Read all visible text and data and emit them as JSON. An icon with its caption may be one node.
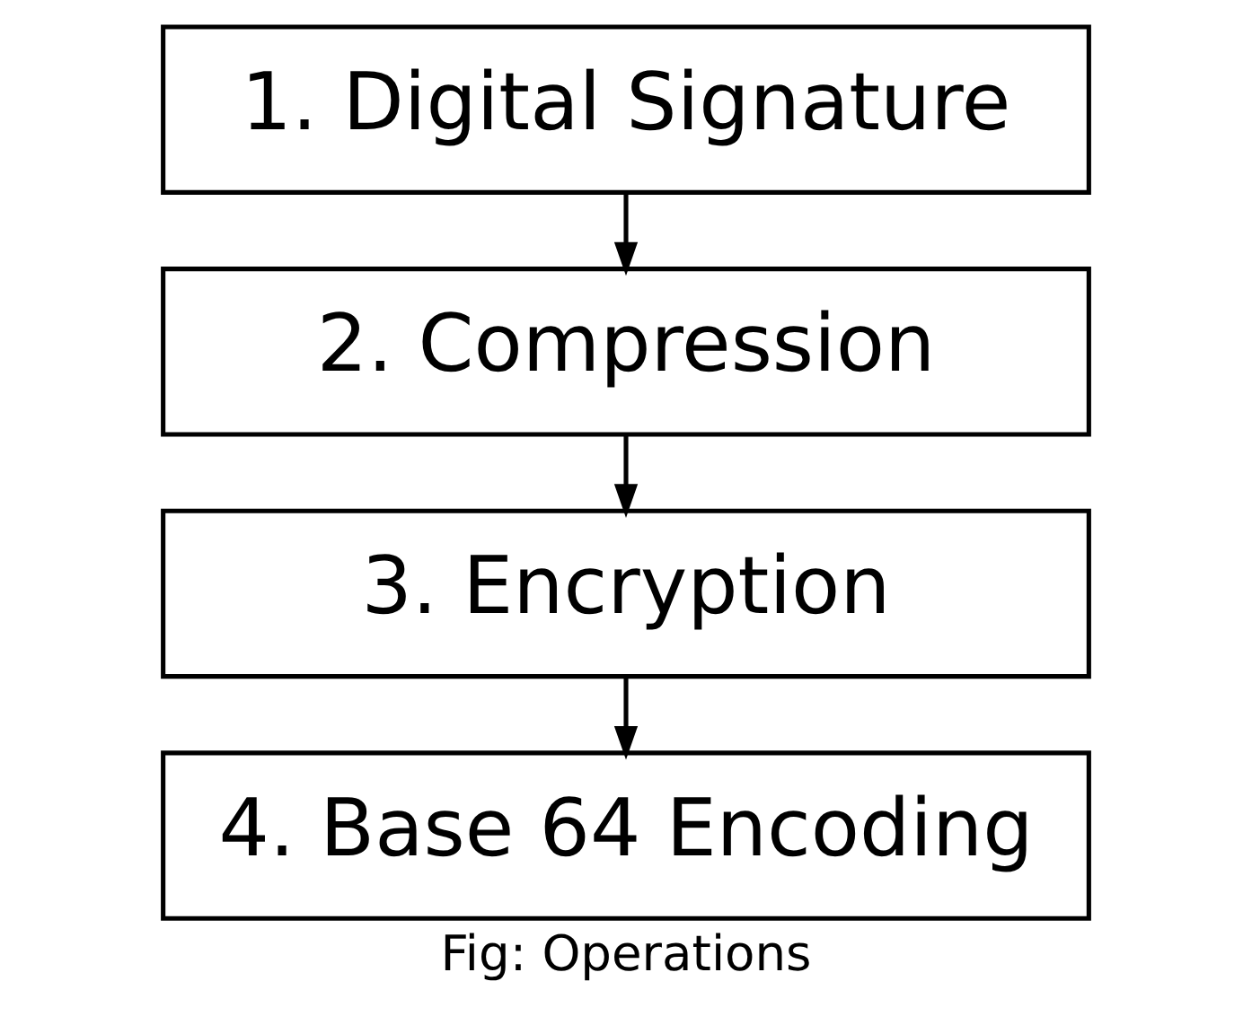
{
  "diagram": {
    "caption": "Fig: Operations",
    "nodes": [
      {
        "text": [
          "1. Digital Signature"
        ]
      },
      {
        "text": [
          "2. Compression"
        ]
      },
      {
        "text": [
          "3. Encryption"
        ]
      },
      {
        "text": [
          "4. Base 64 Encoding"
        ]
      }
    ],
    "edges": [
      {
        "from": 0,
        "to": 1,
        "arrow": "to"
      },
      {
        "from": 1,
        "to": 2,
        "arrow": "to"
      },
      {
        "from": 2,
        "to": 3,
        "arrow": "to"
      }
    ]
  }
}
